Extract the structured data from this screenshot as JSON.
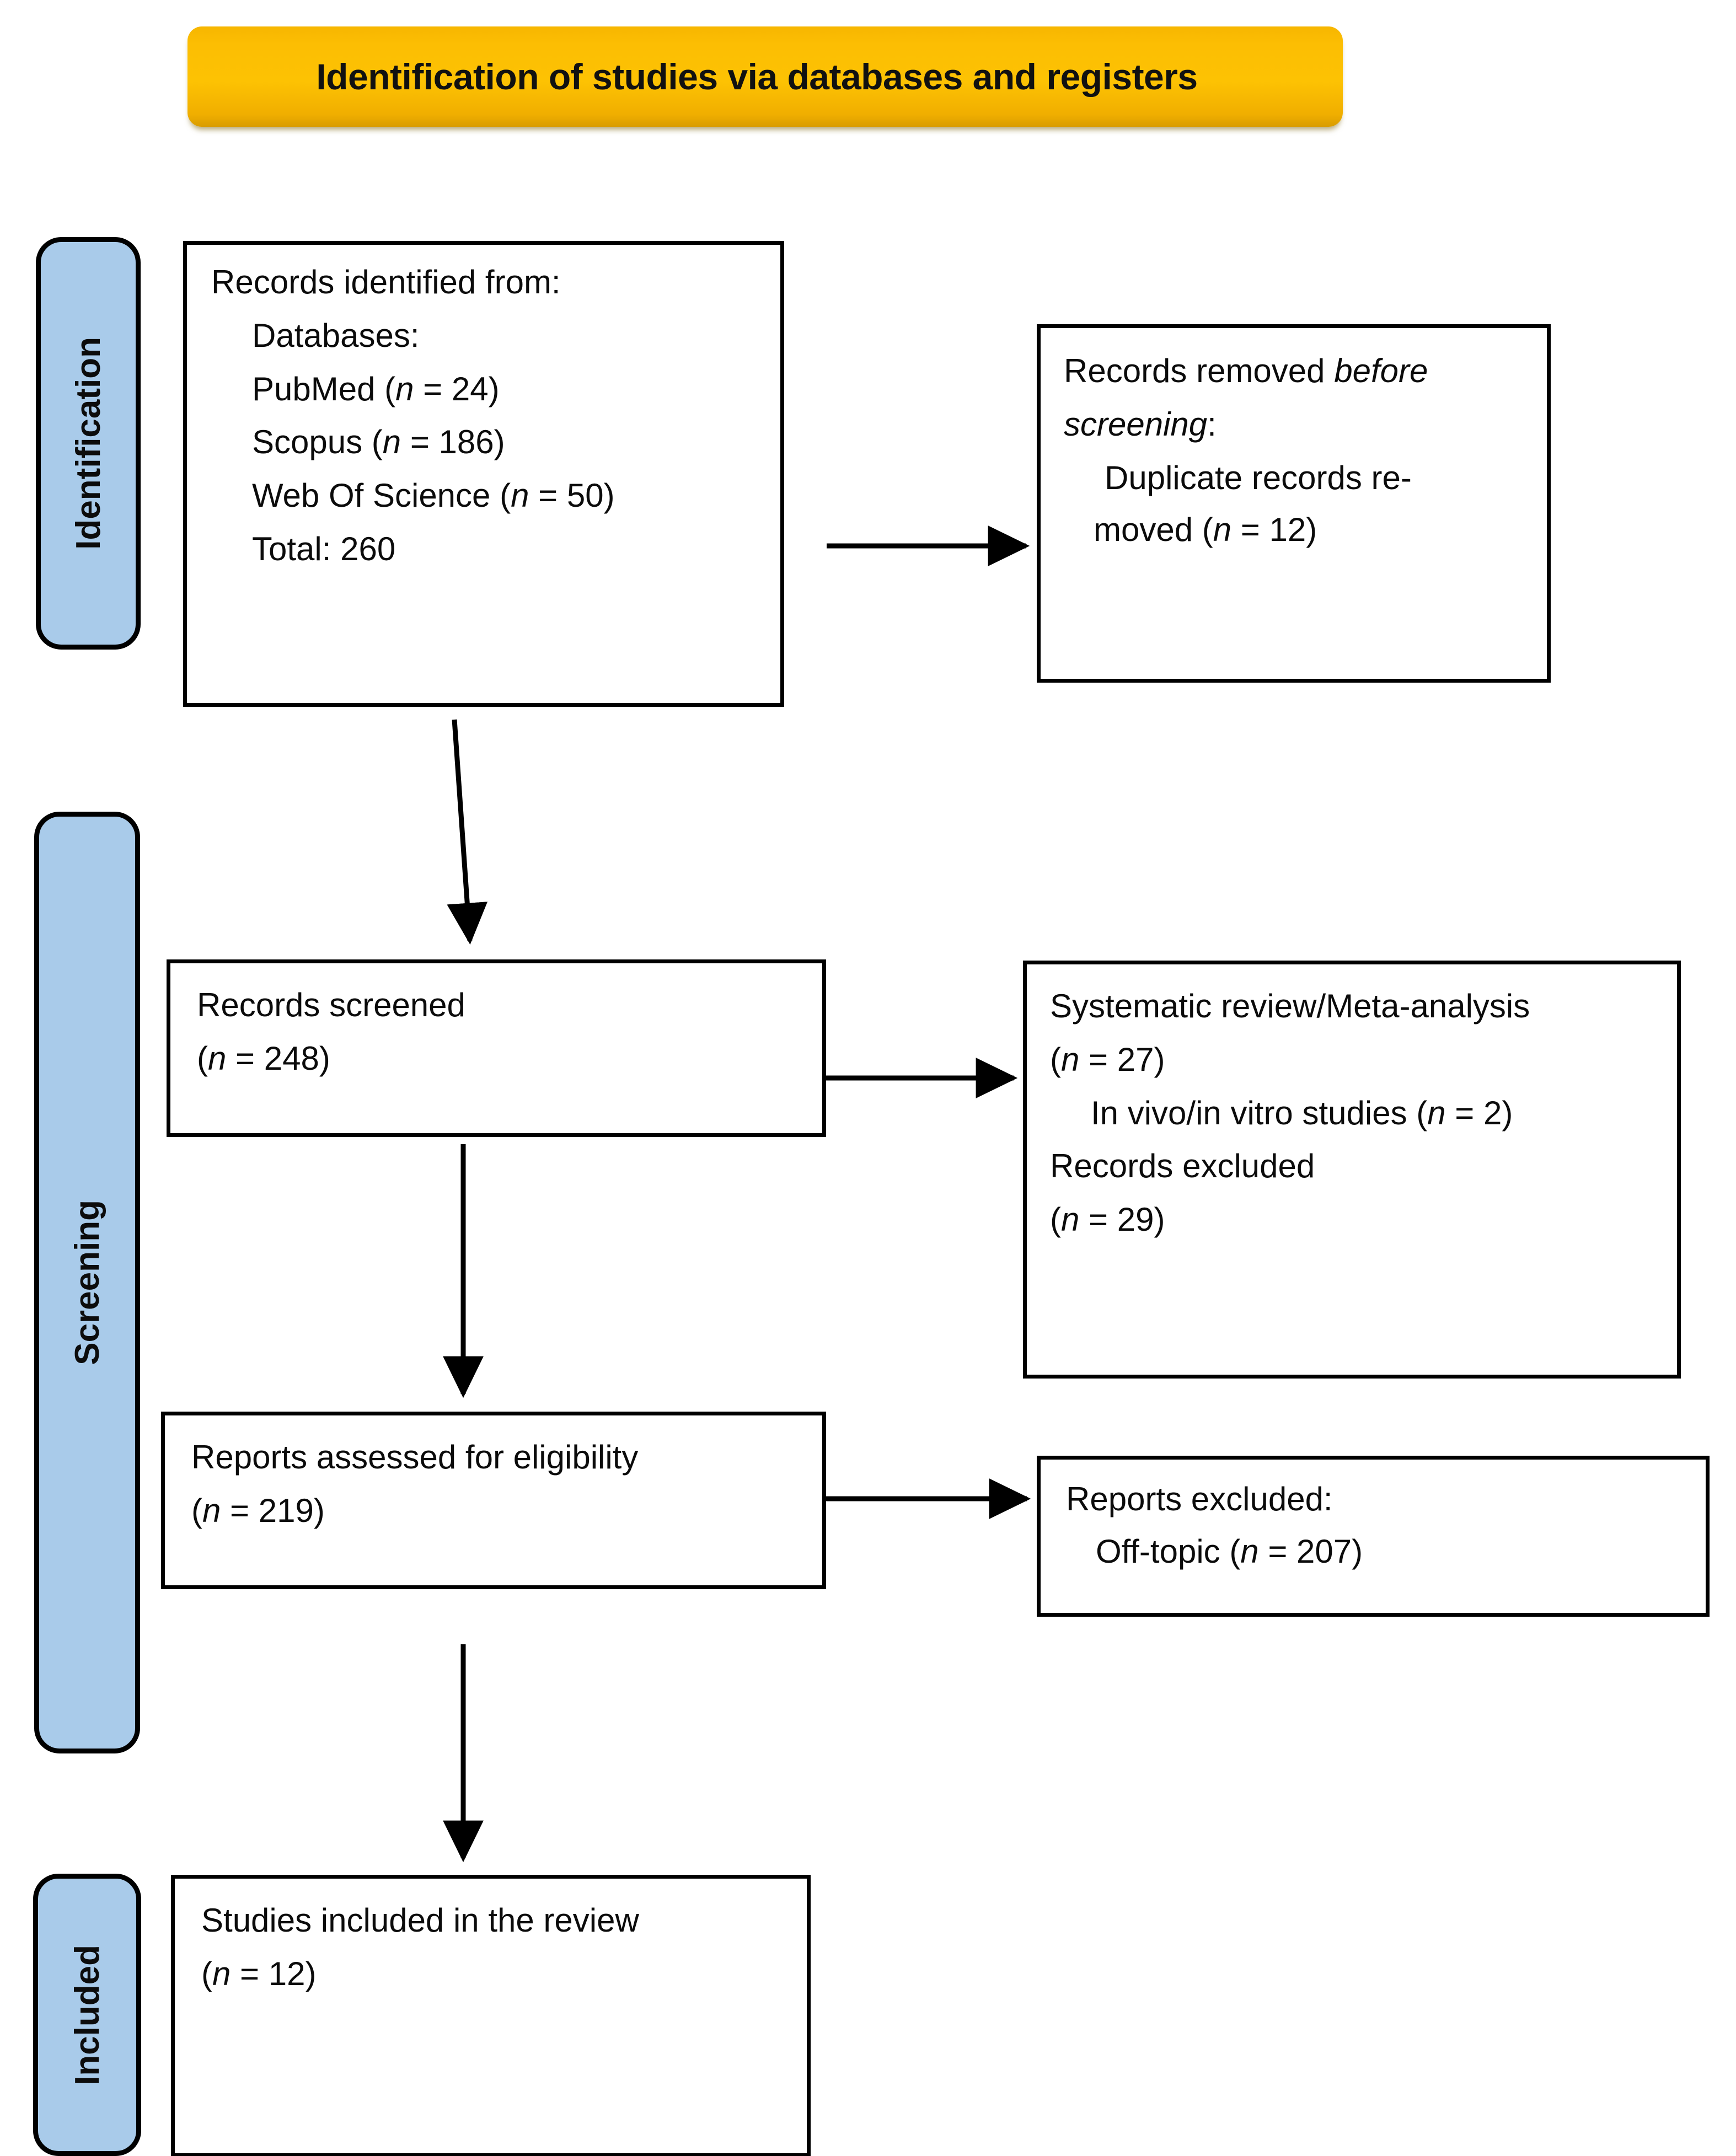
{
  "header": {
    "title": "Identification of studies via databases and registers",
    "background_color": "#FCBE03",
    "text_color": "#111111"
  },
  "phases": [
    {
      "id": "identification",
      "label": "Identification",
      "color": "#A9CBEA"
    },
    {
      "id": "screening",
      "label": "Screening",
      "color": "#A9CBEA"
    },
    {
      "id": "included",
      "label": "Included",
      "color": "#A9CBEA"
    }
  ],
  "nodes": {
    "records_identified": {
      "name": "Records identified from",
      "line1": "Records identified from:",
      "line2": "Databases:",
      "line3_label": "PubMed (",
      "line3_n": "n",
      "line3_value": " = 24)",
      "line4_label": "Scopus (",
      "line4_n": "n",
      "line4_value": " = 186)",
      "line5_label": "Web Of Science (",
      "line5_n": "n",
      "line5_value": " = 50)",
      "line6": "Total: 260"
    },
    "records_removed": {
      "name": "Records removed before screening",
      "line1_a": "Records removed ",
      "line1_b": "before",
      "line2_a": "screening",
      "line2_b": ":",
      "line3_a": "Duplicate records re-",
      "line4_a": "moved (",
      "line4_n": "n",
      "line4_b": " = 12)"
    },
    "records_screened": {
      "name": "Records screened",
      "line1": "Records screened",
      "line2_a": "(",
      "line2_n": "n",
      "line2_b": " = 248)"
    },
    "records_excluded": {
      "name": "Records excluded",
      "line1": "Systematic  review/Meta-analysis",
      "line2_a": "(",
      "line2_n": "n",
      "line2_b": " = 27)",
      "line3_a": "In vivo/in vitro studies (",
      "line3_n": "n",
      "line3_b": " = 2)",
      "line4": "Records excluded",
      "line5_a": "(",
      "line5_n": "n",
      "line5_b": " = 29)"
    },
    "reports_assessed": {
      "name": "Reports assessed for eligibility",
      "line1": "Reports assessed for eligibility",
      "line2_a": "(",
      "line2_n": "n",
      "line2_b": " = 219)"
    },
    "reports_excluded": {
      "name": "Reports excluded",
      "line1": "Reports excluded:",
      "line2_a": "Off-topic (",
      "line2_n": "n",
      "line2_b": " = 207)"
    },
    "studies_included": {
      "name": "Studies included in the review",
      "line1": "Studies included in the review",
      "line2_a": "(",
      "line2_n": "n",
      "line2_b": " = 12)"
    }
  },
  "flow": {
    "arrow_color": "#000000",
    "edges": [
      {
        "from": "records_identified",
        "to": "records_removed",
        "direction": "right"
      },
      {
        "from": "records_identified",
        "to": "records_screened",
        "direction": "down"
      },
      {
        "from": "records_screened",
        "to": "records_excluded",
        "direction": "right"
      },
      {
        "from": "records_screened",
        "to": "reports_assessed",
        "direction": "down"
      },
      {
        "from": "reports_assessed",
        "to": "reports_excluded",
        "direction": "right"
      },
      {
        "from": "reports_assessed",
        "to": "studies_included",
        "direction": "down"
      }
    ]
  }
}
